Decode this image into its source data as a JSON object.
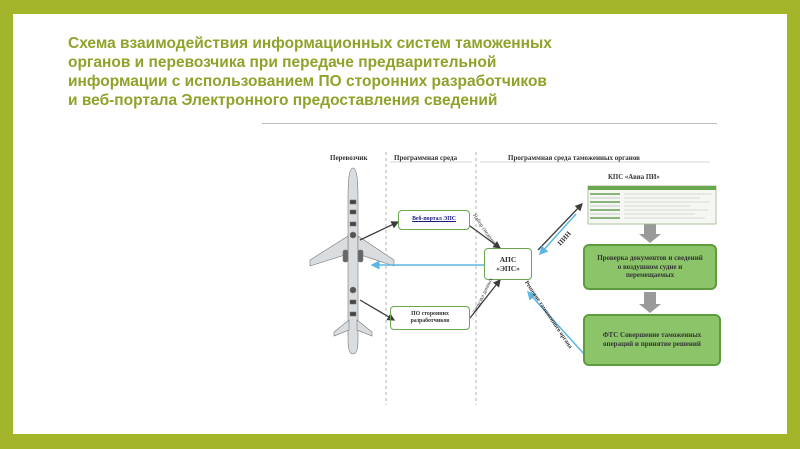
{
  "title": {
    "line1": "Схема взаимодействия информационных систем таможенных",
    "line2": "органов и перевозчика при передаче предварительной",
    "line3": "информации с использованием ПО сторонних разработчиков",
    "line4": "и веб-портала Электронного предоставления сведений"
  },
  "diagram": {
    "col_carrier": "Перевозчик",
    "col_software_env": "Программная среда",
    "col_customs_env": "Программная среда таможенных органов",
    "web_portal": "Веб-портал ЭПС",
    "third_party": "ПО сторонних разработчиков",
    "aps": "АПС «ЭПС»",
    "kps": "КПС «Авиа ПИ»",
    "check_docs": "Проверка документов и сведений о воздушном судне и перемещаемых",
    "fts": "ФТС Совершение таможенных операций и принятие решений",
    "arrow_upper": "Набор сведений",
    "arrow_lower": "Загрузка данных",
    "arrow_pi": "ПИН",
    "arrow_decision": "Решение таможенного органа"
  },
  "colors": {
    "frame": "#a3b52a",
    "title": "#8ea32a",
    "box_border": "#6aa84f",
    "box_fill": "#8cc46a",
    "arrow_blue": "#5bb6e3",
    "arrow_dark": "#3c3c3c",
    "separator": "#b0b0b0"
  }
}
